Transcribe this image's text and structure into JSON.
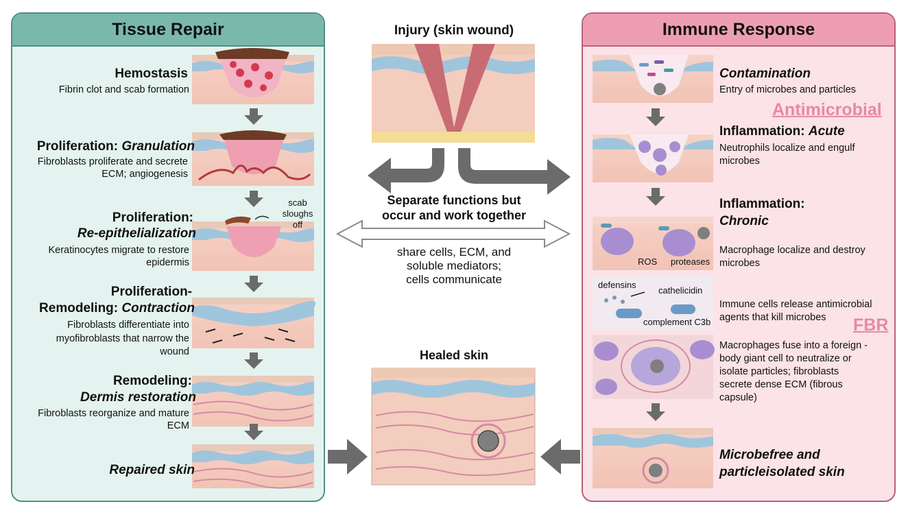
{
  "left_panel": {
    "header": "Tissue Repair",
    "steps": [
      {
        "title": "Hemostasis",
        "desc": "Fibrin clot and scab formation"
      },
      {
        "title_a": "Proliferation:",
        "title_b": "Granulation",
        "desc_1": "Fibroblasts proliferate and secrete",
        "desc_2": "ECM; angiogenesis"
      },
      {
        "title_a": "Proliferation:",
        "title_b": "Re-epithelialization",
        "desc_1": "Keratinocytes migrate to restore",
        "desc_2": "epidermis",
        "annot_1": "scab",
        "annot_2": "sloughs off"
      },
      {
        "title_a": "Proliferation-",
        "title_b": "Remodeling:",
        "title_c": "Contraction",
        "desc_1": "Fibroblasts differentiate into",
        "desc_2": "myofibroblasts that narrow the",
        "desc_3": "wound"
      },
      {
        "title_a": "Remodeling:",
        "title_b": "Dermis restoration",
        "desc_1": "Fibroblasts reorganize and mature",
        "desc_2": "ECM"
      },
      {
        "title": "Repaired skin"
      }
    ]
  },
  "center": {
    "injury_title": "Injury (skin wound)",
    "mid_title_1": "Separate functions but",
    "mid_title_2": "occur and work together",
    "mid_desc_1": "share cells, ECM, and",
    "mid_desc_2": "soluble mediators;",
    "mid_desc_3": "cells communicate",
    "healed_title": "Healed skin"
  },
  "right_panel": {
    "header": "Immune Response",
    "tag_antimicrobial": "Antimicrobial",
    "tag_fbr": "FBR",
    "steps": [
      {
        "title": "Contamination",
        "desc": "Entry of microbes and particles"
      },
      {
        "title_a": "Inflammation:",
        "title_b": "Acute",
        "desc_1": "Neutrophils localize and engulf",
        "desc_2": "microbes"
      },
      {
        "title_a": "Inflammation:",
        "title_b": "Chronic",
        "desc_1": "Macrophage localize and destroy",
        "desc_2": "microbes",
        "label_ros": "ROS",
        "label_proteases": "proteases"
      },
      {
        "desc_1": "Immune cells release antimicrobial",
        "desc_2": "agents that kill microbes",
        "label_defensins": "defensins",
        "label_cathelicidin": "cathelicidin",
        "label_complement": "complement C3b"
      },
      {
        "desc_1": "Macrophages fuse into a foreign -",
        "desc_2": "body giant cell to neutralize or",
        "desc_3": "isolate particles; fibroblasts",
        "desc_4": "secrete dense ECM (fibrous",
        "desc_5": "capsule)"
      },
      {
        "title_1": "Microbefree and",
        "title_2": "particleisolated skin"
      }
    ]
  },
  "colors": {
    "teal_border": "#4f8f86",
    "teal_header": "#79b8ab",
    "teal_bg": "#e4f3ef",
    "pink_border": "#b8607a",
    "pink_header": "#ee9eb1",
    "pink_bg": "#fbe3e8",
    "tag_pink": "#e889a3",
    "arrow_gray": "#6b6b6b"
  }
}
